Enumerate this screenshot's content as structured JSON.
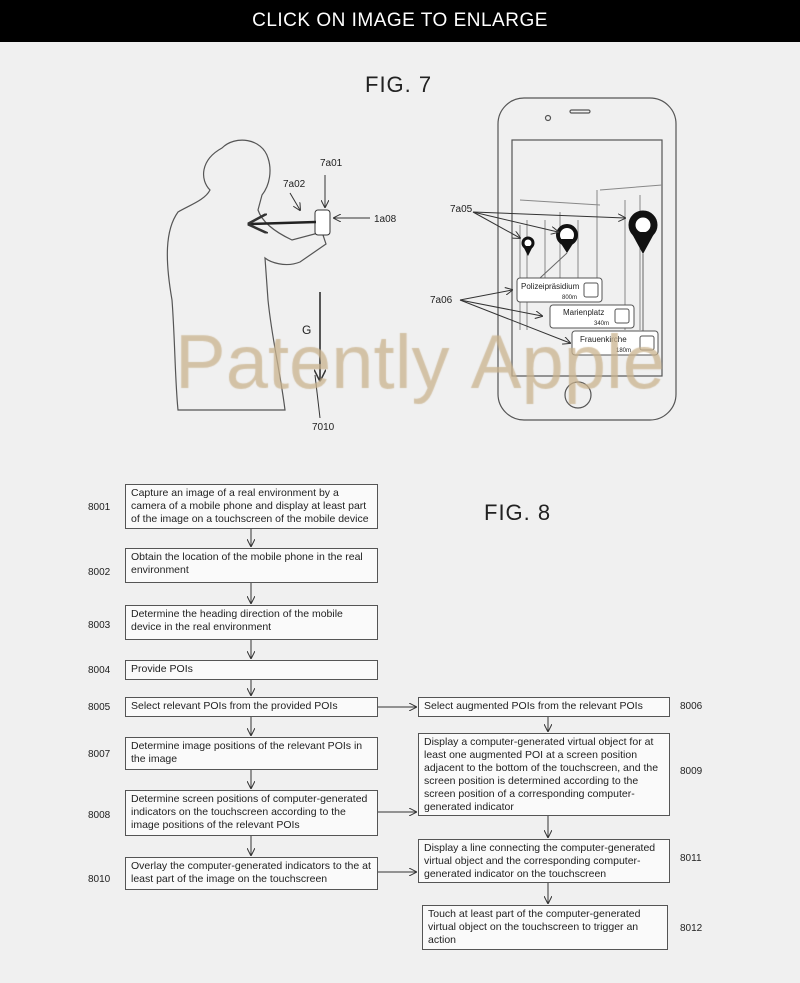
{
  "banner": {
    "text": "CLICK ON IMAGE TO ENLARGE"
  },
  "fig7": {
    "title": "FIG. 7",
    "labels": {
      "a01": "7a01",
      "a02": "7a02",
      "a08": "1a08",
      "g": "G",
      "n7010": "7010",
      "a05": "7a05",
      "a06": "7a06"
    },
    "pois": [
      {
        "name": "Polizeipräsidium",
        "distance": "800m"
      },
      {
        "name": "Marienplatz",
        "distance": "340m"
      },
      {
        "name": "Frauenkirche",
        "distance": "180m"
      }
    ]
  },
  "watermark": "Patently Apple",
  "fig8": {
    "title": "FIG. 8",
    "steps": [
      {
        "id": "8001",
        "text": "Capture an image of a real environment by a camera of a mobile phone and display at least part of the image on a touchscreen of the mobile device"
      },
      {
        "id": "8002",
        "text": "Obtain the location of the mobile phone in the real environment"
      },
      {
        "id": "8003",
        "text": "Determine the heading direction of the mobile device in the real environment"
      },
      {
        "id": "8004",
        "text": "Provide POIs"
      },
      {
        "id": "8005",
        "text": "Select relevant POIs from the provided POIs"
      },
      {
        "id": "8006",
        "text": "Select augmented POIs from the relevant POIs"
      },
      {
        "id": "8007",
        "text": "Determine image positions of the relevant POIs  in the image"
      },
      {
        "id": "8008",
        "text": "Determine screen positions of computer-generated indicators on the touchscreen according to the image positions of the relevant POIs"
      },
      {
        "id": "8009",
        "text": "Display a computer-generated virtual object for at least one augmented POI at a screen position adjacent to the bottom of the touchscreen, and the screen position is determined according to the screen position of a corresponding computer-generated indicator"
      },
      {
        "id": "8010",
        "text": "Overlay the computer-generated indicators to the at least part of the image on the touchscreen"
      },
      {
        "id": "8011",
        "text": "Display a line connecting the computer-generated virtual object and the corresponding computer-generated indicator on the touchscreen"
      },
      {
        "id": "8012",
        "text": "Touch at least part of the computer-generated virtual object on the touchscreen to trigger an action"
      }
    ]
  }
}
